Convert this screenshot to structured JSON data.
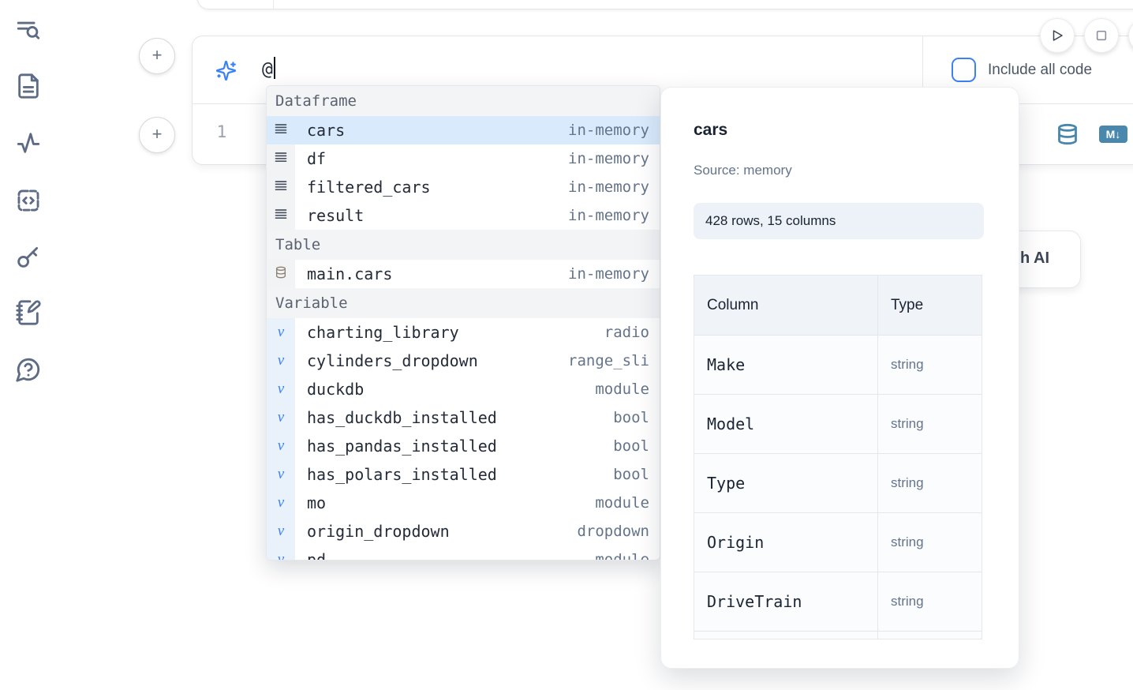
{
  "sidebar": {
    "icons": [
      "list-search-icon",
      "file-text-icon",
      "activity-icon",
      "snippets-code-icon",
      "key-icon",
      "scratchpad-notebook-pen-icon",
      "help-chat-icon"
    ]
  },
  "add_cell": {
    "plus_label": "+"
  },
  "prompt": {
    "value": "@",
    "icon": "sparkles-icon"
  },
  "controls": {
    "include_all_code_label": "Include all code",
    "run_icon": "play-icon",
    "stop_icon": "stop-icon"
  },
  "editor": {
    "line_number": "1",
    "datasource_icon": "database-icon",
    "markdown_badge": "M↓"
  },
  "ai_card": {
    "visible_text": "h AI"
  },
  "autocomplete": {
    "sections": [
      {
        "label": "Dataframe",
        "kind": "dataframe",
        "icon": "rows-icon",
        "items": [
          {
            "name": "cars",
            "type": "in-memory",
            "selected": true
          },
          {
            "name": "df",
            "type": "in-memory"
          },
          {
            "name": "filtered_cars",
            "type": "in-memory"
          },
          {
            "name": "result",
            "type": "in-memory"
          }
        ]
      },
      {
        "label": "Table",
        "kind": "table",
        "icon": "database-icon",
        "items": [
          {
            "name": "main.cars",
            "type": "in-memory"
          }
        ]
      },
      {
        "label": "Variable",
        "kind": "variable",
        "icon": "variable-icon",
        "items": [
          {
            "name": "charting_library",
            "type": "radio"
          },
          {
            "name": "cylinders_dropdown",
            "type": "range_sli"
          },
          {
            "name": "duckdb",
            "type": "module"
          },
          {
            "name": "has_duckdb_installed",
            "type": "bool"
          },
          {
            "name": "has_pandas_installed",
            "type": "bool"
          },
          {
            "name": "has_polars_installed",
            "type": "bool"
          },
          {
            "name": "mo",
            "type": "module"
          },
          {
            "name": "origin_dropdown",
            "type": "dropdown"
          },
          {
            "name": "pd",
            "type": "module"
          }
        ]
      }
    ]
  },
  "preview": {
    "title": "cars",
    "source": "Source: memory",
    "shape": "428 rows, 15 columns",
    "table": {
      "headers": [
        "Column",
        "Type"
      ],
      "rows": [
        [
          "Make",
          "string"
        ],
        [
          "Model",
          "string"
        ],
        [
          "Type",
          "string"
        ],
        [
          "Origin",
          "string"
        ],
        [
          "DriveTrain",
          "string"
        ],
        [
          "",
          ""
        ]
      ]
    }
  },
  "colors": {
    "accent_blue": "#3b82f6",
    "steel_blue": "#4a87ad",
    "selected_row_bg": "#d9eafc",
    "muted_text": "#64748b",
    "dark_text": "#1a2332"
  }
}
